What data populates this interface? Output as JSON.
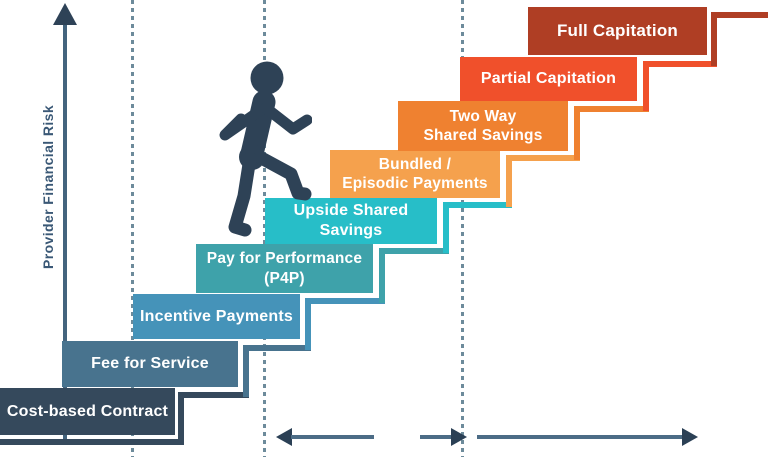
{
  "diagram": {
    "axis_label": "Provider Financial Risk",
    "steps": [
      {
        "id": "cost-based-contract",
        "label": "Cost-based Contract",
        "color": "#35495C"
      },
      {
        "id": "fee-for-service",
        "label": "Fee for Service",
        "color": "#48738E"
      },
      {
        "id": "incentive-payments",
        "label": "Incentive Payments",
        "color": "#4593B9"
      },
      {
        "id": "pay-for-performance",
        "label": "Pay for Performance\n(P4P)",
        "color": "#3EA2AA"
      },
      {
        "id": "upside-shared-savings",
        "label": "Upside Shared Savings",
        "color": "#27BEC8"
      },
      {
        "id": "bundled-episodic-payments",
        "label": "Bundled /\nEpisodic Payments",
        "color": "#F5A14D"
      },
      {
        "id": "two-way-shared-savings",
        "label": "Two Way\nShared Savings",
        "color": "#EF8130"
      },
      {
        "id": "partial-capitation",
        "label": "Partial Capitation",
        "color": "#F0502B"
      },
      {
        "id": "full-capitation",
        "label": "Full Capitation",
        "color": "#AF3E24"
      }
    ],
    "colors": {
      "axis_line": "#44647E",
      "axis_arrowhead": "#2E4257",
      "axis_label_text": "#3A5876",
      "arrow_line": "#4C6C86",
      "arrow_head": "#2B4055",
      "dashed_divider": "#6D8B9B",
      "person": "#2E4256",
      "step_text": "#FFFFFF",
      "background": "#FFFFFF"
    }
  }
}
